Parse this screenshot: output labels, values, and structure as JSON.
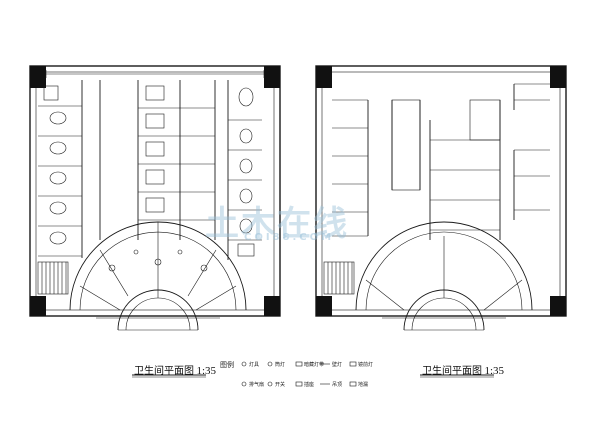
{
  "drawings": [
    {
      "title": "卫生间平面图",
      "scale": "1:35"
    },
    {
      "title": "卫生间平面图",
      "scale": "1:35"
    }
  ],
  "legend": {
    "heading": "图例",
    "items": [
      "灯具",
      "筒灯",
      "暗藏灯带",
      "壁灯",
      "镜前灯",
      "排气扇",
      "开关",
      "插座",
      "吊顶",
      "地漏"
    ]
  },
  "watermark": {
    "main": "土木在线",
    "sub": "COI88.COM"
  },
  "colors": {
    "line": "#1a1a1a",
    "column": "#111111",
    "background": "#ffffff"
  }
}
